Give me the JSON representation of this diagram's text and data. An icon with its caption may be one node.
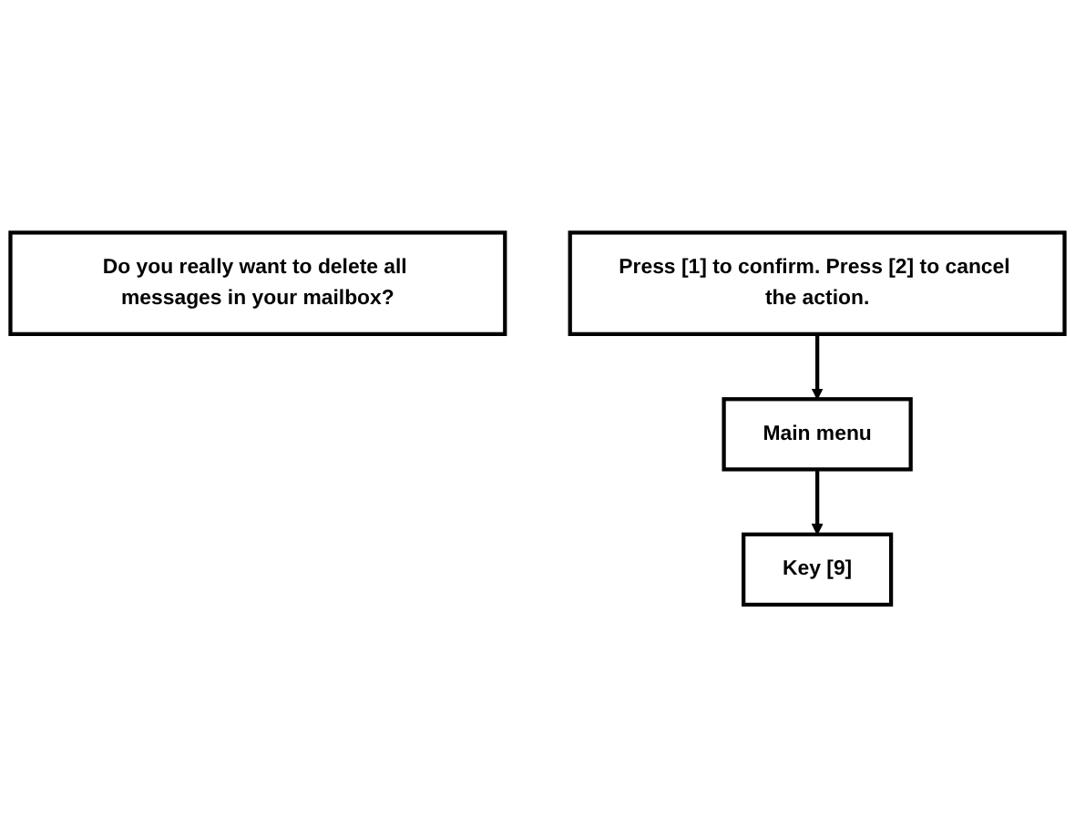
{
  "diagram": {
    "nodes": [
      {
        "text": [
          "Main menu"
        ]
      },
      {
        "text": [
          "Key [9]"
        ]
      },
      {
        "text": [
          "Do you really want to delete all messages in your mailbox?"
        ]
      },
      {
        "text": [
          "Press [1] to confirm. Press [2] to cancel the action."
        ]
      }
    ],
    "edges": [
      {
        "from": 0,
        "to": 1,
        "arrow": "to"
      },
      {
        "from": 3,
        "to": 0,
        "arrow": "to"
      }
    ]
  }
}
